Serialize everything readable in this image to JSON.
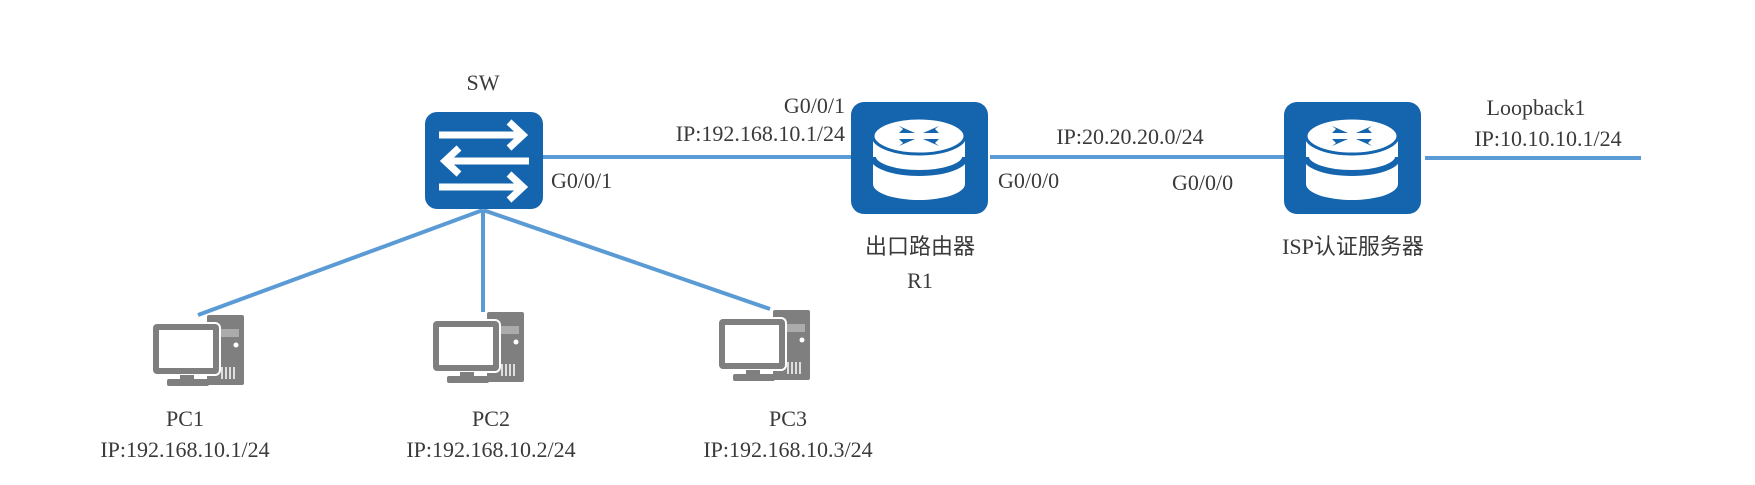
{
  "colors": {
    "device": "#1565ae",
    "link": "#5b9bd5",
    "pc": "#7f7f7f",
    "text": "#3a3a3a"
  },
  "switch": {
    "name": "SW",
    "port": "G0/0/1",
    "icon": "switch-icon"
  },
  "router_r1": {
    "name_line1": "出口路由器",
    "name_line2": "R1",
    "icon": "router-icon",
    "lan_port": "G0/0/1",
    "lan_ip": "IP:192.168.10.1/24",
    "wan_port": "G0/0/0"
  },
  "wan_link": {
    "ip": "IP:20.20.20.0/24"
  },
  "isp": {
    "name": "ISP认证服务器",
    "icon": "router-icon",
    "port": "G0/0/0",
    "loopback_name": "Loopback1",
    "loopback_ip": "IP:10.10.10.1/24"
  },
  "pcs": [
    {
      "name": "PC1",
      "ip": "IP:192.168.10.1/24",
      "icon": "pc-icon"
    },
    {
      "name": "PC2",
      "ip": "IP:192.168.10.2/24",
      "icon": "pc-icon"
    },
    {
      "name": "PC3",
      "ip": "IP:192.168.10.3/24",
      "icon": "pc-icon"
    }
  ]
}
